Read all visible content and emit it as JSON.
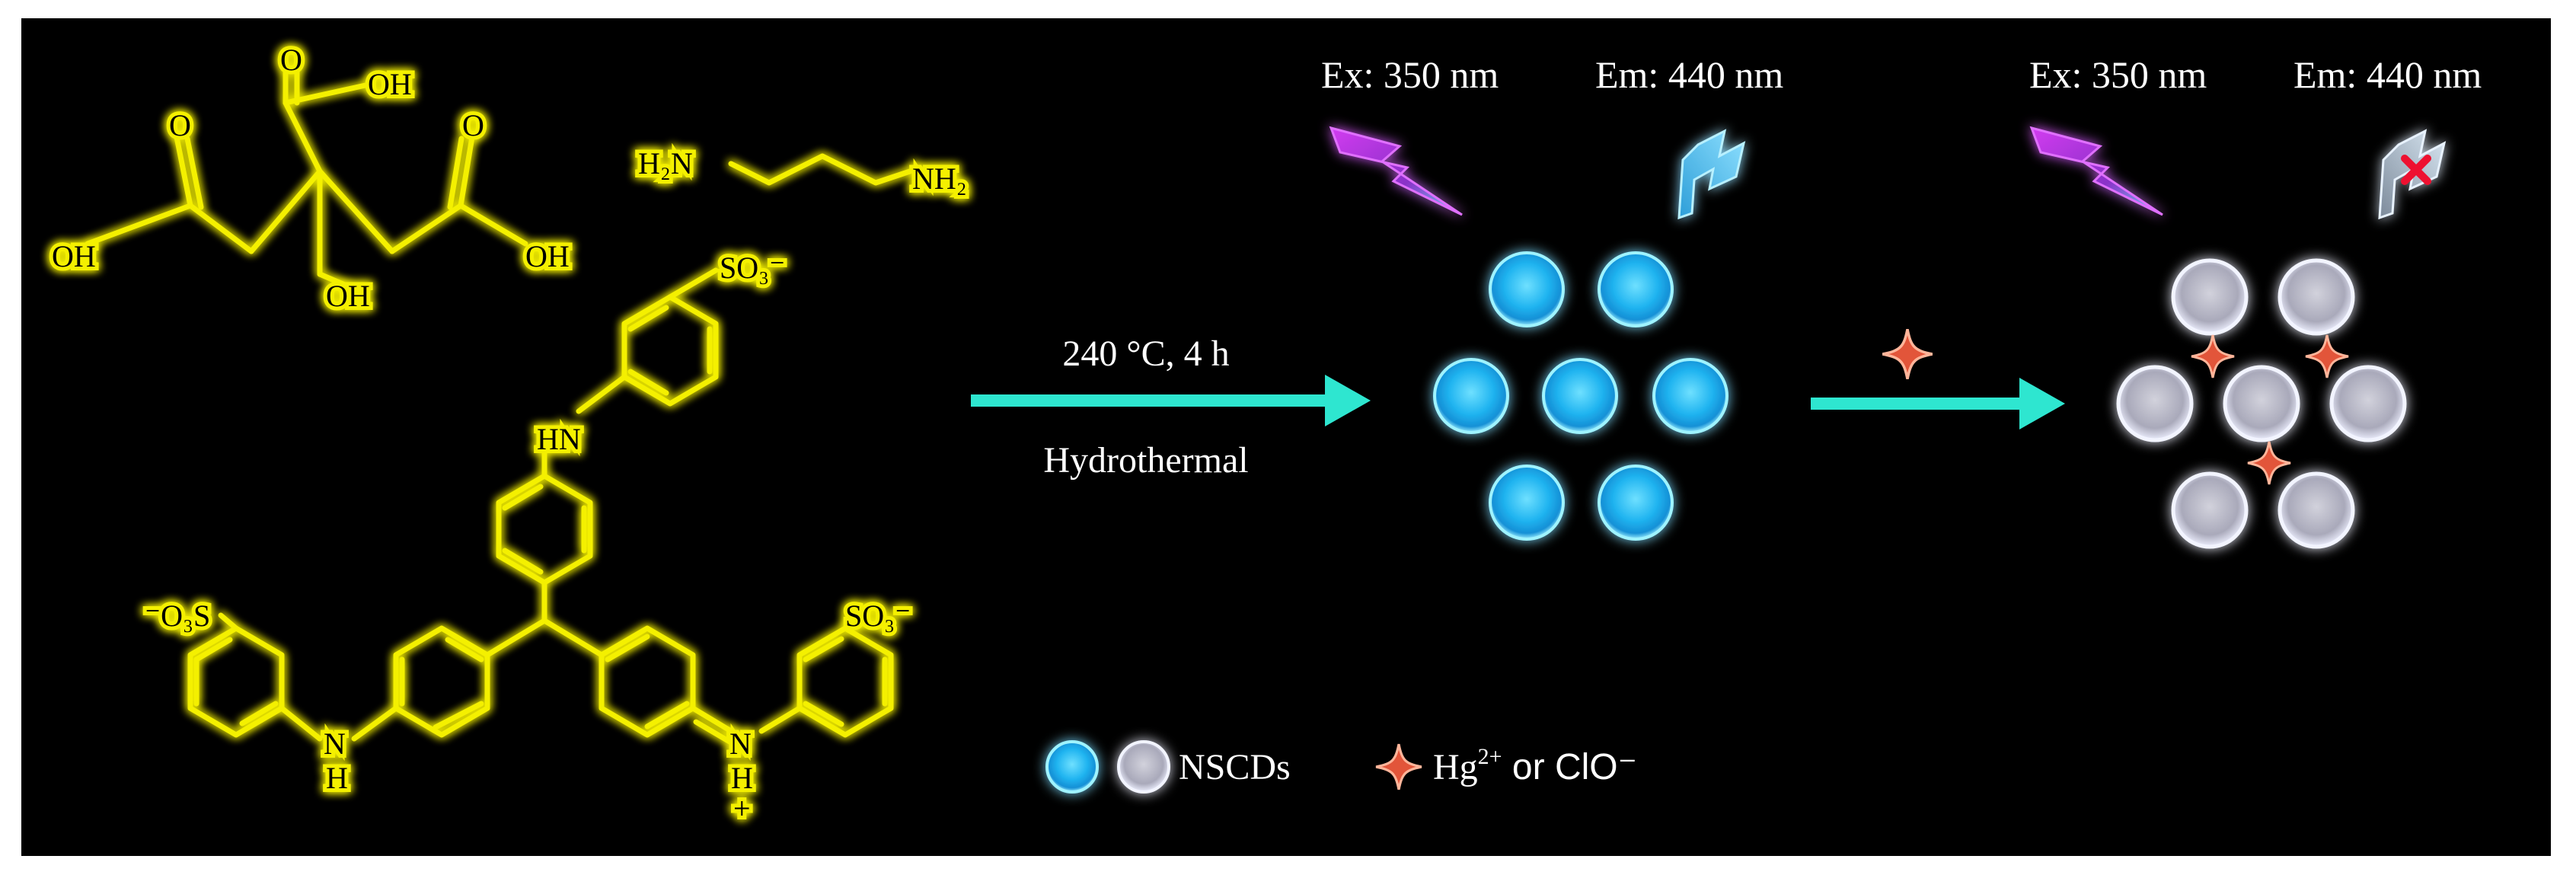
{
  "molecules": {
    "citric_acid": {
      "oh_top": "OH",
      "o_left": "O",
      "o_top": "O",
      "o_right": "O",
      "oh_left": "OH",
      "oh_right": "OH",
      "oh_bottom": "OH"
    },
    "ethylenediamine": {
      "h2n": "H₂N",
      "nh2": "NH₂"
    },
    "acid_dye": {
      "so3_top": "SO₃⁻",
      "hn_top": "HN",
      "so3_left": "⁻O₃S",
      "so3_right": "SO₃⁻",
      "nh_left_n": "N",
      "nh_left_h": "H",
      "nh_right_n": "N",
      "nh_right_h": "H",
      "nh_right_plus": "+"
    }
  },
  "reaction": {
    "condition": "240 °C, 4 h",
    "method": "Hydrothermal"
  },
  "before": {
    "excitation": "Ex: 350 nm",
    "emission": "Em: 440 nm"
  },
  "after": {
    "excitation": "Ex: 350 nm",
    "emission": "Em: 440 nm"
  },
  "legend": {
    "nscd_label": "NSCDs",
    "ion_label_pre": "Hg",
    "ion_label_sup": "2+",
    "ion_label_post": " or ClO⁻"
  },
  "colors": {
    "background": "#000000",
    "structure_glow": "#f2ef00",
    "arrow": "#2ee6d0",
    "dot_bright": "#3bc4ff",
    "dot_quenched": "#b9b9c8",
    "excitation_bolt": "#b93bd6",
    "emission_bolt": "#52b8e8",
    "ion_star": "#e0553a",
    "quench_mark": "#e8102a"
  }
}
